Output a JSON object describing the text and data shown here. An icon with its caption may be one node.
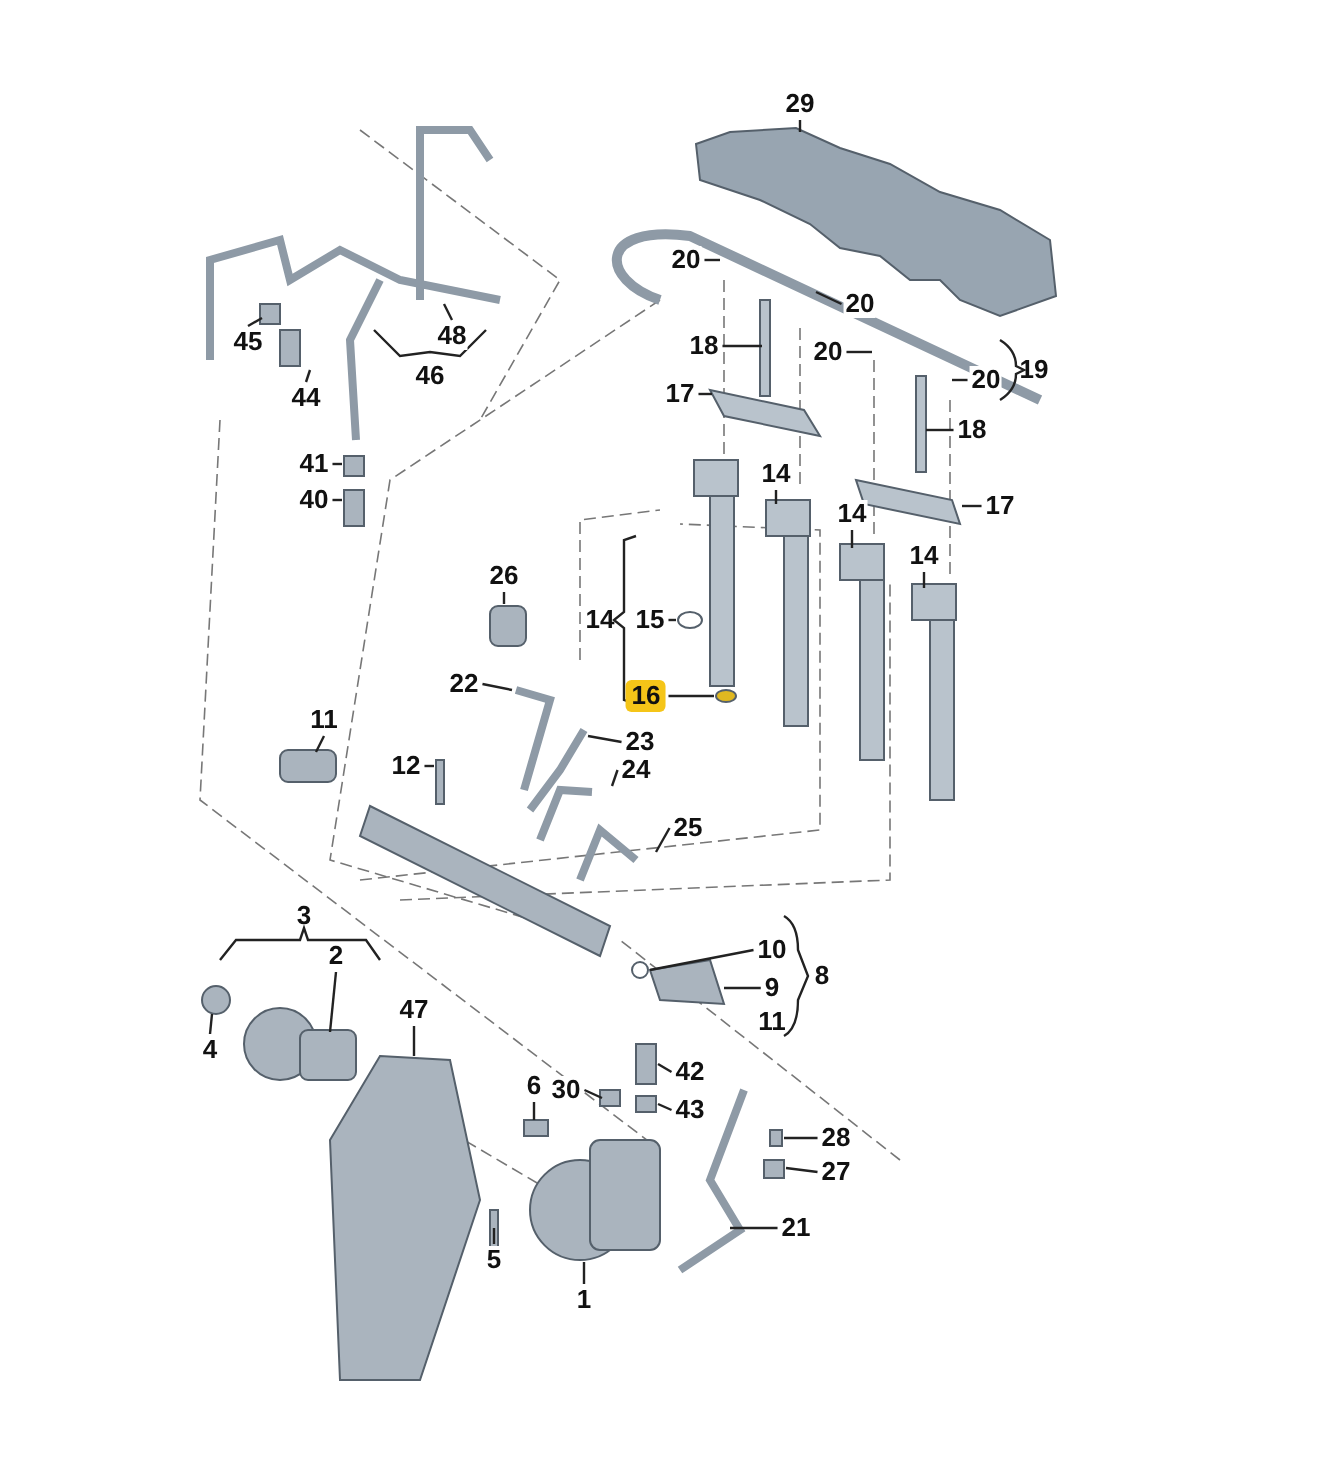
{
  "diagram": {
    "nodes": [
      {
        "text": [
          "29"
        ]
      },
      {
        "text": [
          "20"
        ]
      },
      {
        "text": [
          "20"
        ]
      },
      {
        "text": [
          "20"
        ]
      },
      {
        "text": [
          "20"
        ]
      },
      {
        "text": [
          "45"
        ]
      },
      {
        "text": [
          "48"
        ]
      },
      {
        "text": [
          "44"
        ]
      },
      {
        "text": [
          "18"
        ]
      },
      {
        "text": [
          "17"
        ]
      },
      {
        "text": [
          "18"
        ]
      },
      {
        "text": [
          "41"
        ]
      },
      {
        "text": [
          "14"
        ]
      },
      {
        "text": [
          "40"
        ]
      },
      {
        "text": [
          "17"
        ]
      },
      {
        "text": [
          "14"
        ]
      },
      {
        "text": [
          "14"
        ]
      },
      {
        "text": [
          "26"
        ]
      },
      {
        "text": [
          "15"
        ]
      },
      {
        "text": [
          "22"
        ]
      },
      {
        "text": [
          "16"
        ]
      },
      {
        "text": [
          "11"
        ]
      },
      {
        "text": [
          "23"
        ]
      },
      {
        "text": [
          "12"
        ]
      },
      {
        "text": [
          "24"
        ]
      },
      {
        "text": [
          "25"
        ]
      },
      {
        "text": [
          "10"
        ]
      },
      {
        "text": [
          "2"
        ]
      },
      {
        "text": [
          "9"
        ]
      },
      {
        "text": [
          "47"
        ]
      },
      {
        "text": [
          "4"
        ]
      },
      {
        "text": [
          "42"
        ]
      },
      {
        "text": [
          "6"
        ]
      },
      {
        "text": [
          "30"
        ]
      },
      {
        "text": [
          "43"
        ]
      },
      {
        "text": [
          "28"
        ]
      },
      {
        "text": [
          "27"
        ]
      },
      {
        "text": [
          "21"
        ]
      },
      {
        "text": [
          "5"
        ]
      },
      {
        "text": [
          "1"
        ]
      }
    ],
    "edges": [
      {
        "from": 0,
        "to": null,
        "arrow": "none"
      },
      {
        "from": 1,
        "to": null,
        "arrow": "none"
      },
      {
        "from": 2,
        "to": null,
        "arrow": "none"
      },
      {
        "from": 3,
        "to": null,
        "arrow": "none"
      },
      {
        "from": 4,
        "to": null,
        "arrow": "none"
      },
      {
        "from": 5,
        "to": null,
        "arrow": "none"
      },
      {
        "from": 6,
        "to": null,
        "arrow": "none"
      },
      {
        "from": 7,
        "to": null,
        "arrow": "none"
      },
      {
        "from": 8,
        "to": null,
        "arrow": "none"
      },
      {
        "from": 9,
        "to": null,
        "arrow": "none"
      },
      {
        "from": 10,
        "to": null,
        "arrow": "none"
      },
      {
        "from": 11,
        "to": null,
        "arrow": "none"
      },
      {
        "from": 12,
        "to": null,
        "arrow": "none"
      },
      {
        "from": 13,
        "to": null,
        "arrow": "none"
      },
      {
        "from": 14,
        "to": null,
        "arrow": "none"
      },
      {
        "from": 15,
        "to": null,
        "arrow": "none"
      },
      {
        "from": 16,
        "to": null,
        "arrow": "none"
      },
      {
        "from": 17,
        "to": null,
        "arrow": "none"
      },
      {
        "from": 18,
        "to": null,
        "arrow": "none"
      },
      {
        "from": 19,
        "to": null,
        "arrow": "none"
      },
      {
        "from": 20,
        "to": null,
        "arrow": "none"
      },
      {
        "from": 21,
        "to": null,
        "arrow": "none"
      },
      {
        "from": 22,
        "to": null,
        "arrow": "none"
      },
      {
        "from": 23,
        "to": null,
        "arrow": "none"
      },
      {
        "from": 24,
        "to": null,
        "arrow": "none"
      },
      {
        "from": 25,
        "to": null,
        "arrow": "none"
      },
      {
        "from": 26,
        "to": null,
        "arrow": "none"
      },
      {
        "from": 27,
        "to": null,
        "arrow": "none"
      },
      {
        "from": 28,
        "to": null,
        "arrow": "none"
      },
      {
        "from": 29,
        "to": null,
        "arrow": "none"
      },
      {
        "from": 30,
        "to": null,
        "arrow": "none"
      },
      {
        "from": 31,
        "to": null,
        "arrow": "none"
      },
      {
        "from": 32,
        "to": null,
        "arrow": "none"
      },
      {
        "from": 33,
        "to": null,
        "arrow": "none"
      },
      {
        "from": 34,
        "to": null,
        "arrow": "none"
      },
      {
        "from": 35,
        "to": null,
        "arrow": "none"
      },
      {
        "from": 36,
        "to": null,
        "arrow": "none"
      },
      {
        "from": 37,
        "to": null,
        "arrow": "none"
      },
      {
        "from": 38,
        "to": null,
        "arrow": "none"
      },
      {
        "from": 39,
        "to": null,
        "arrow": "none"
      }
    ],
    "labels": [
      "46",
      "19",
      "14",
      "3",
      "8",
      "11"
    ]
  }
}
